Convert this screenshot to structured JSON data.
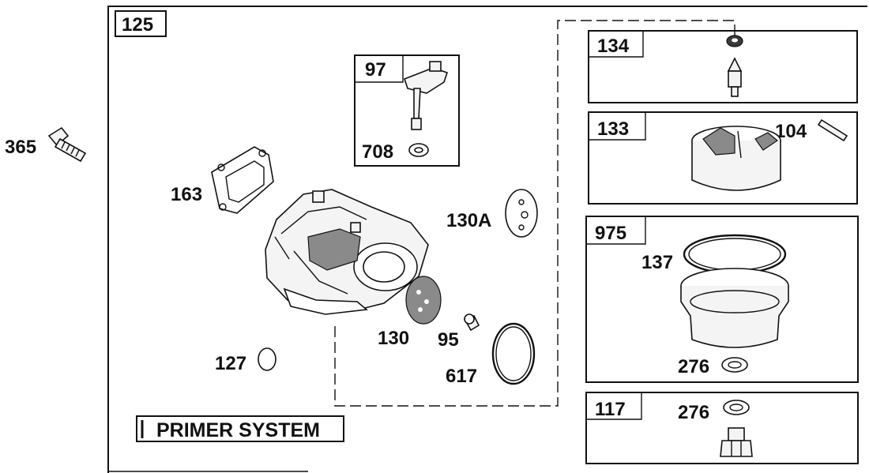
{
  "main_box": {
    "label": "125"
  },
  "inset_97": {
    "label": "97",
    "part_708": "708"
  },
  "box_134": {
    "label": "134"
  },
  "box_133": {
    "label": "133",
    "part_104": "104"
  },
  "box_975": {
    "label": "975",
    "part_137": "137",
    "part_276": "276"
  },
  "box_117": {
    "label": "117",
    "part_276": "276"
  },
  "parts": {
    "p365": "365",
    "p163": "163",
    "p130A": "130A",
    "p130": "130",
    "p95": "95",
    "p127": "127",
    "p617": "617"
  },
  "primer_system": "PRIMER SYSTEM"
}
